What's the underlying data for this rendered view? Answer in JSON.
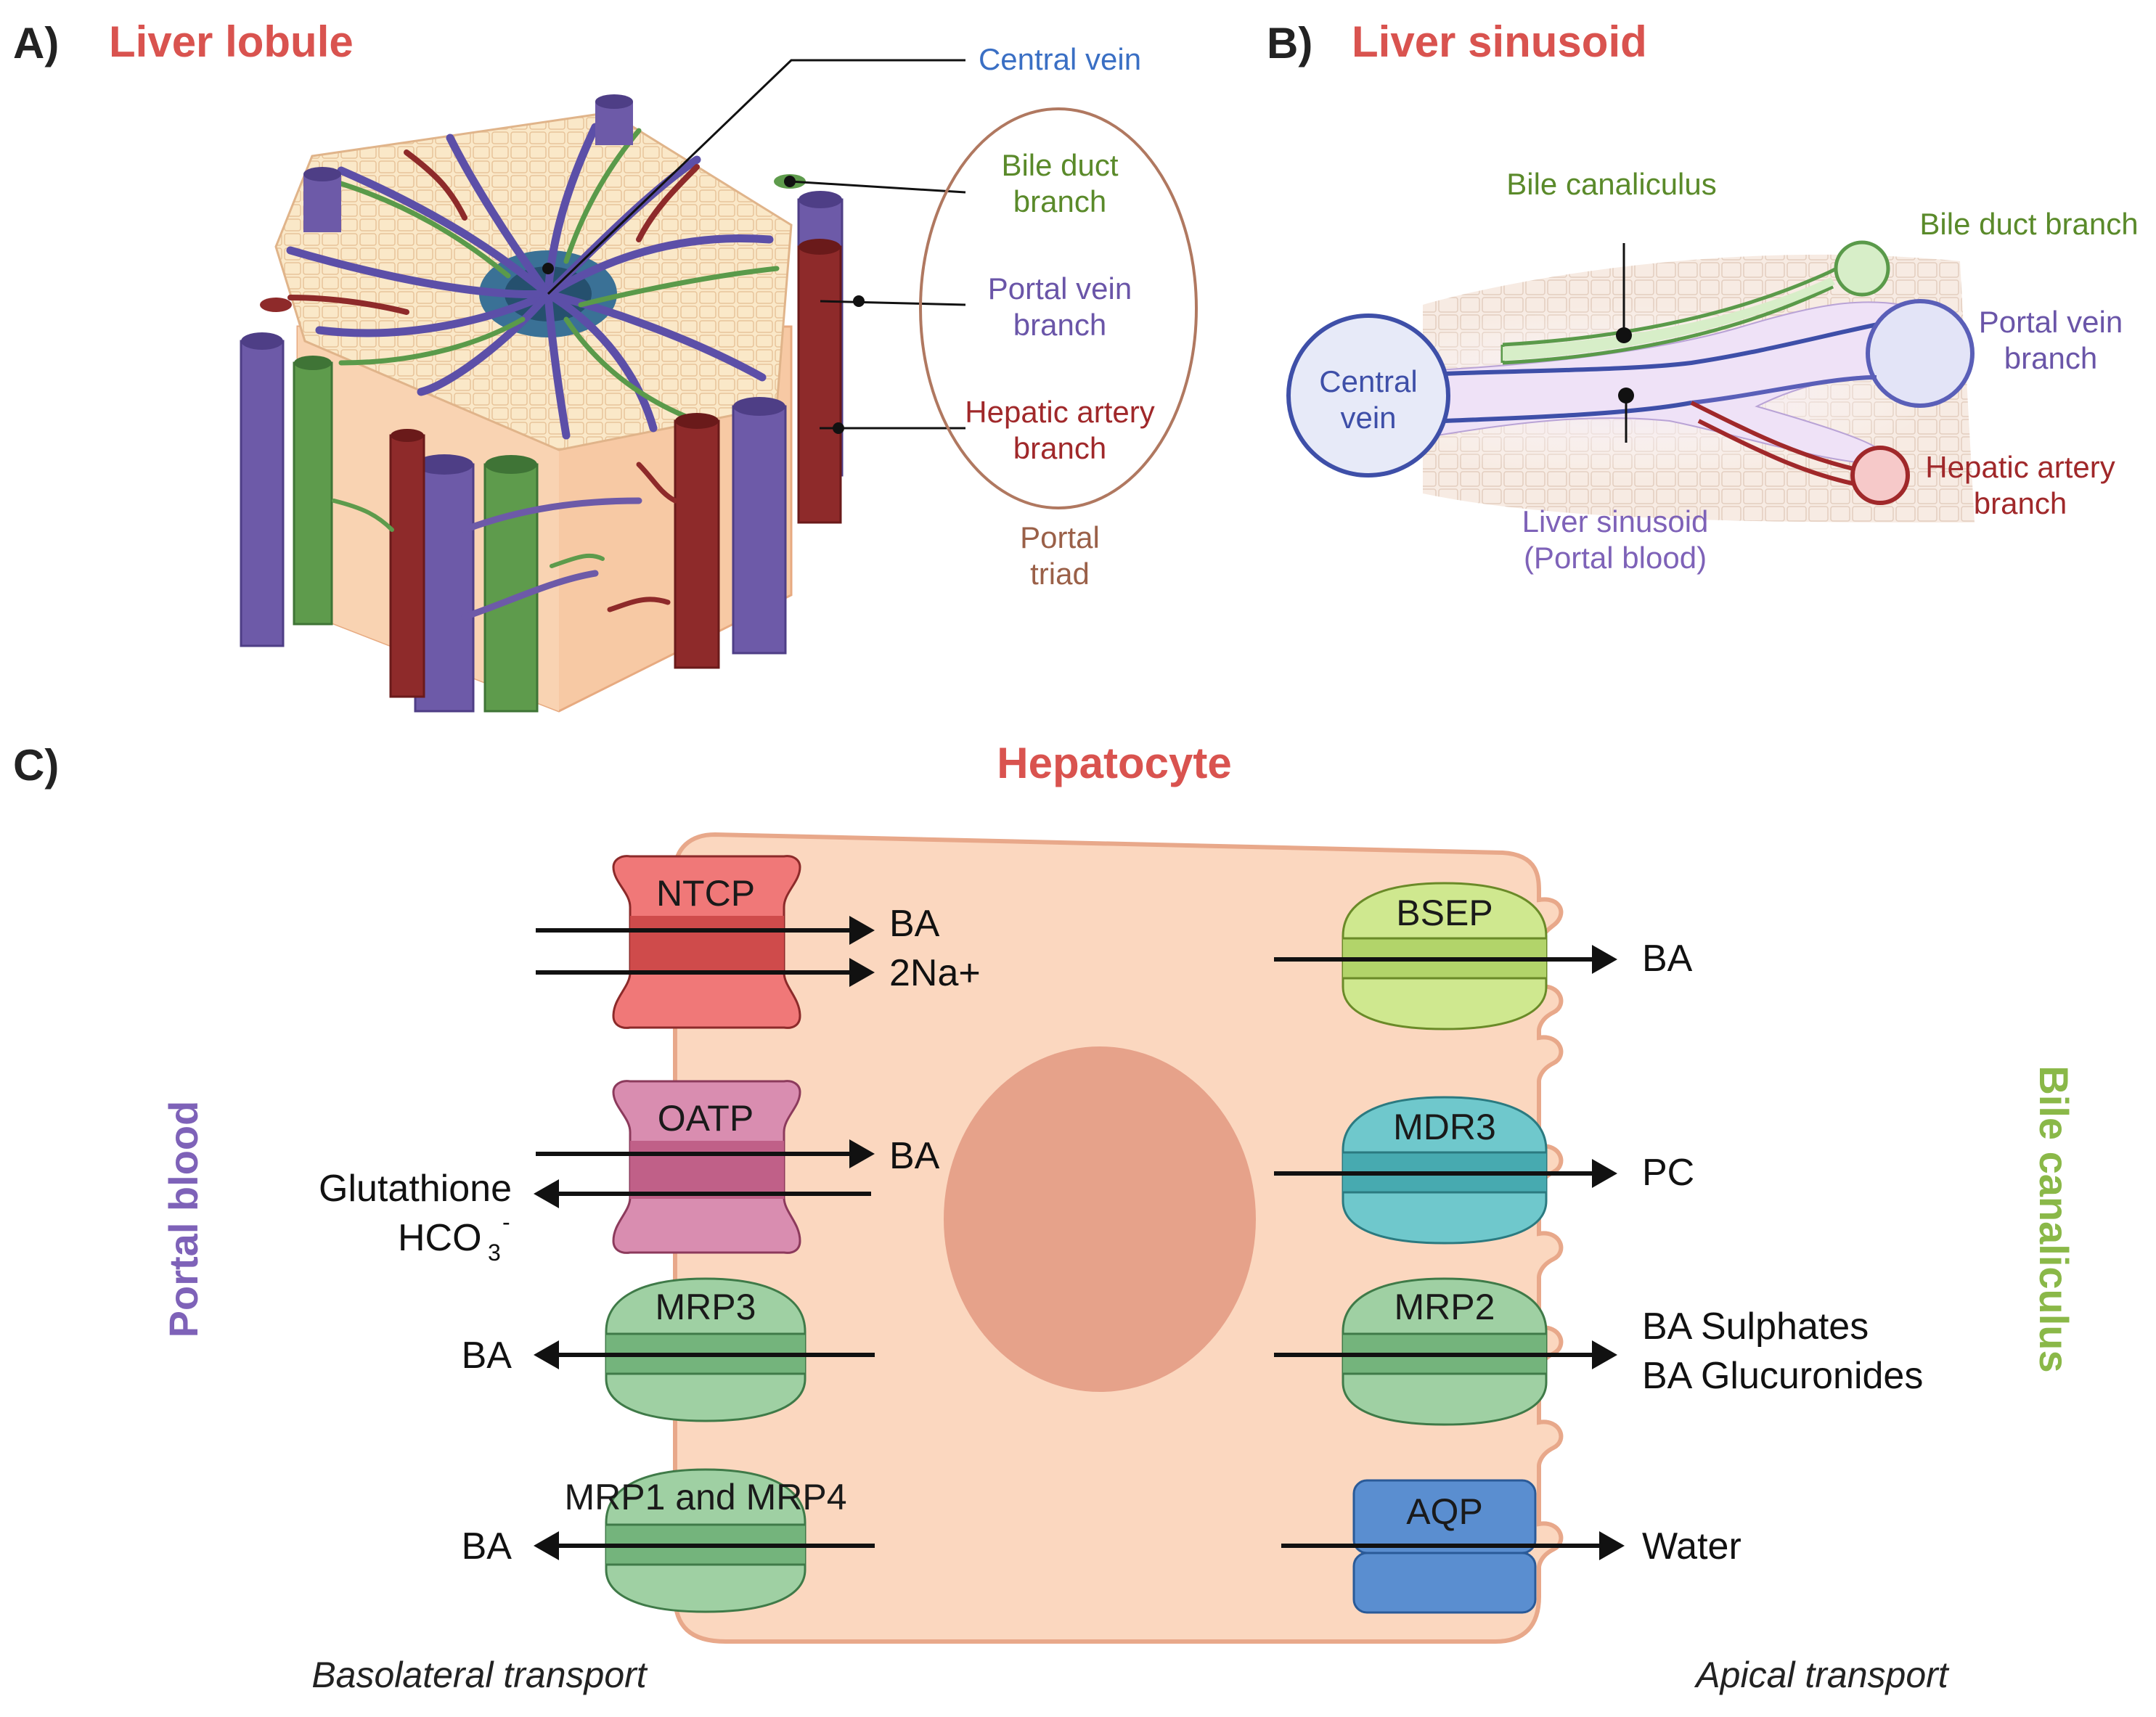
{
  "panelA": {
    "letter": "A)",
    "title": "Liver lobule",
    "labels": {
      "central_vein": "Central vein",
      "bile_duct_1": "Bile duct",
      "bile_duct_2": "branch",
      "portal_vein_1": "Portal vein",
      "portal_vein_2": "branch",
      "hepatic_artery_1": "Hepatic artery",
      "hepatic_artery_2": "branch",
      "portal_triad_1": "Portal",
      "portal_triad_2": "triad"
    }
  },
  "panelB": {
    "letter": "B)",
    "title": "Liver sinusoid",
    "labels": {
      "bile_canaliculus": "Bile canaliculus",
      "bile_duct_branch": "Bile duct branch",
      "central_vein_1": "Central",
      "central_vein_2": "vein",
      "portal_vein_1": "Portal vein",
      "portal_vein_2": "branch",
      "hepatic_artery_1": "Hepatic artery",
      "hepatic_artery_2": "branch",
      "sinusoid_1": "Liver sinusoid",
      "sinusoid_2": "(Portal blood)"
    }
  },
  "panelC": {
    "letter": "C)",
    "title": "Hepatocyte",
    "side_left": "Portal blood",
    "side_right": "Bile canaliculus",
    "caption_left": "Basolateral transport",
    "caption_right": "Apical transport",
    "transporters": {
      "ntcp": "NTCP",
      "oatp": "OATP",
      "mrp3": "MRP3",
      "mrp14": "MRP1 and MRP4",
      "bsep": "BSEP",
      "mdr3": "MDR3",
      "mrp2": "MRP2",
      "aqp": "AQP"
    },
    "substrates": {
      "ntcp_1": "BA",
      "ntcp_2": "2Na+",
      "oatp_in": "BA",
      "oatp_out_1": "Glutathione",
      "oatp_out_2": "HCO",
      "oatp_out_sub": "3",
      "oatp_out_sup": "-",
      "mrp3": "BA",
      "mrp14": "BA",
      "bsep": "BA",
      "mdr3": "PC",
      "mrp2_1": "BA Sulphates",
      "mrp2_2": "BA Glucuronides",
      "aqp": "Water"
    }
  },
  "colors": {
    "title_red": "#d9534f",
    "central_vein_blue": "#3a6fc4",
    "bile_green": "#5a8a2a",
    "portal_purple": "#6a55a8",
    "artery_red": "#a0282a",
    "triad_brown": "#9a6048",
    "portal_blood_purple": "#7e62b8",
    "bile_canaliculus_green": "#8ab848"
  }
}
